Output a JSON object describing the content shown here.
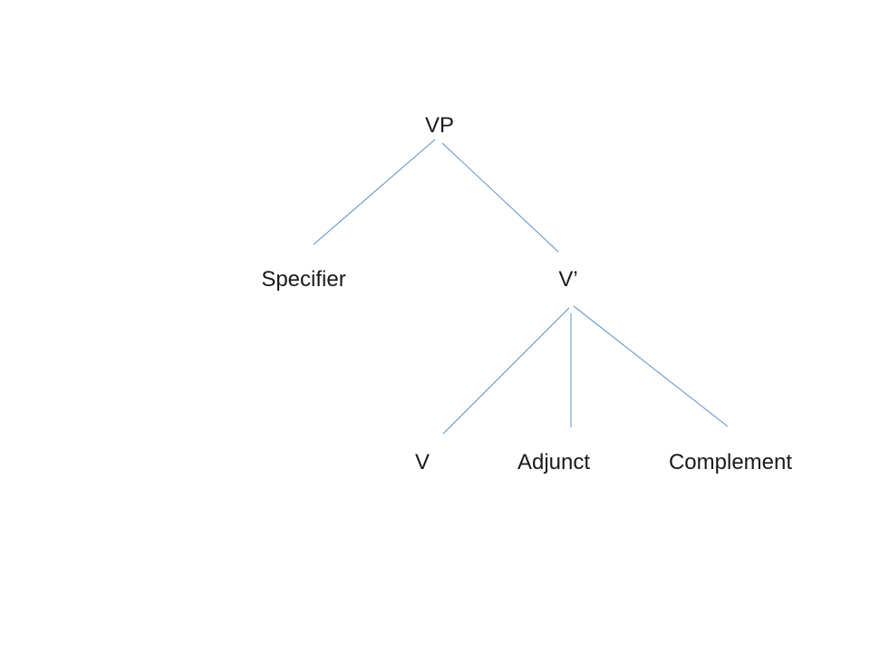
{
  "diagram": {
    "line_color": "#5b8fc7",
    "text_color": "#1a1a1a",
    "nodes": {
      "vp": "VP",
      "specifier": "Specifier",
      "vbar": "V’",
      "v": "V",
      "adjunct": "Adjunct",
      "complement": "Complement"
    },
    "edges": [
      {
        "from": "vp",
        "to": "specifier"
      },
      {
        "from": "vp",
        "to": "vbar"
      },
      {
        "from": "vbar",
        "to": "v"
      },
      {
        "from": "vbar",
        "to": "adjunct"
      },
      {
        "from": "vbar",
        "to": "complement"
      }
    ]
  }
}
